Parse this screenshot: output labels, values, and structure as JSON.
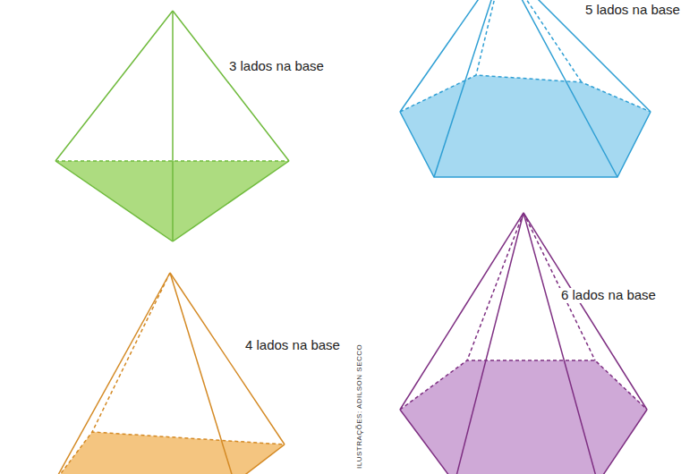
{
  "diagram": {
    "labels": [
      "3 lados na base",
      "5 lados na base",
      "4 lados na base",
      "6 lados na base",
      "ILUSTRAÇÕES: ADILSON SECCO"
    ]
  }
}
